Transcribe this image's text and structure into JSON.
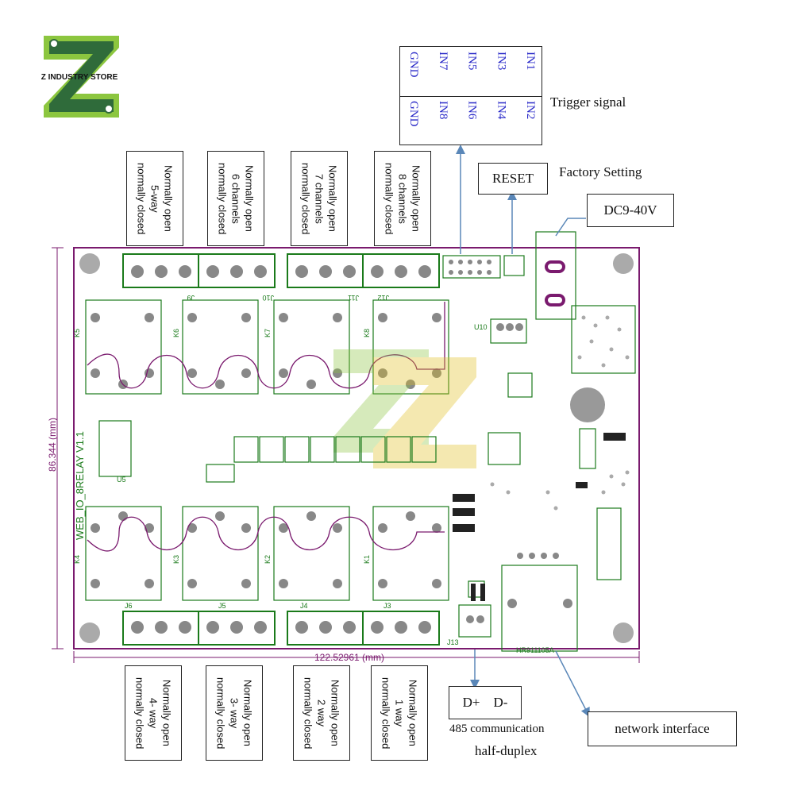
{
  "logo": {
    "text": "Z INDUSTRY STORE"
  },
  "trigger": {
    "row1": [
      "IN1",
      "IN3",
      "IN5",
      "IN7",
      "GND"
    ],
    "row2": [
      "IN2",
      "IN4",
      "IN6",
      "IN8",
      "GND"
    ],
    "label": "Trigger signal"
  },
  "reset": {
    "label": "RESET",
    "caption": "Factory Setting"
  },
  "power": {
    "label": "DC9-40V"
  },
  "top_channels": [
    {
      "lines": [
        "Normally open",
        "5-way",
        "normally closed"
      ]
    },
    {
      "lines": [
        "Normally open",
        "6 channels",
        "normally closed"
      ]
    },
    {
      "lines": [
        "Normally open",
        "7 channels",
        "normally closed"
      ]
    },
    {
      "lines": [
        "Normally open",
        "8 channels",
        "normally closed"
      ]
    }
  ],
  "bottom_channels": [
    {
      "lines": [
        "Normally open",
        "4- way",
        "normally closed"
      ]
    },
    {
      "lines": [
        "Normally open",
        "3- way",
        "normally closed"
      ]
    },
    {
      "lines": [
        "Normally open",
        "2 way",
        "normally closed"
      ]
    },
    {
      "lines": [
        "Normally open",
        "1 way",
        "normally closed"
      ]
    }
  ],
  "rs485": {
    "label": "D+    D-",
    "caption1": "485 communication",
    "caption2": "half-duplex"
  },
  "network": {
    "label": "network interface"
  },
  "board": {
    "name": "WEB_IO_8RELAY V1.1",
    "width_dim": "122.52961 (mm)",
    "height_dim": "86.344 (mm)",
    "relays_top": [
      "K5",
      "K6",
      "K7",
      "K8"
    ],
    "relays_bottom": [
      "K4",
      "K3",
      "K2",
      "K1"
    ],
    "conn_top": [
      "J9",
      "J10",
      "J11",
      "J12"
    ],
    "conn_bottom": [
      "J6",
      "J5",
      "J4",
      "J3"
    ],
    "rj45": "HR911105A",
    "conn_485": "J13",
    "u5": "U5",
    "u10": "U10"
  },
  "colors": {
    "board_outline": "#7a1a6e",
    "silk": "#1a7a1a",
    "pin_text": "#2a2ac8",
    "arrow": "#5a87b8"
  }
}
